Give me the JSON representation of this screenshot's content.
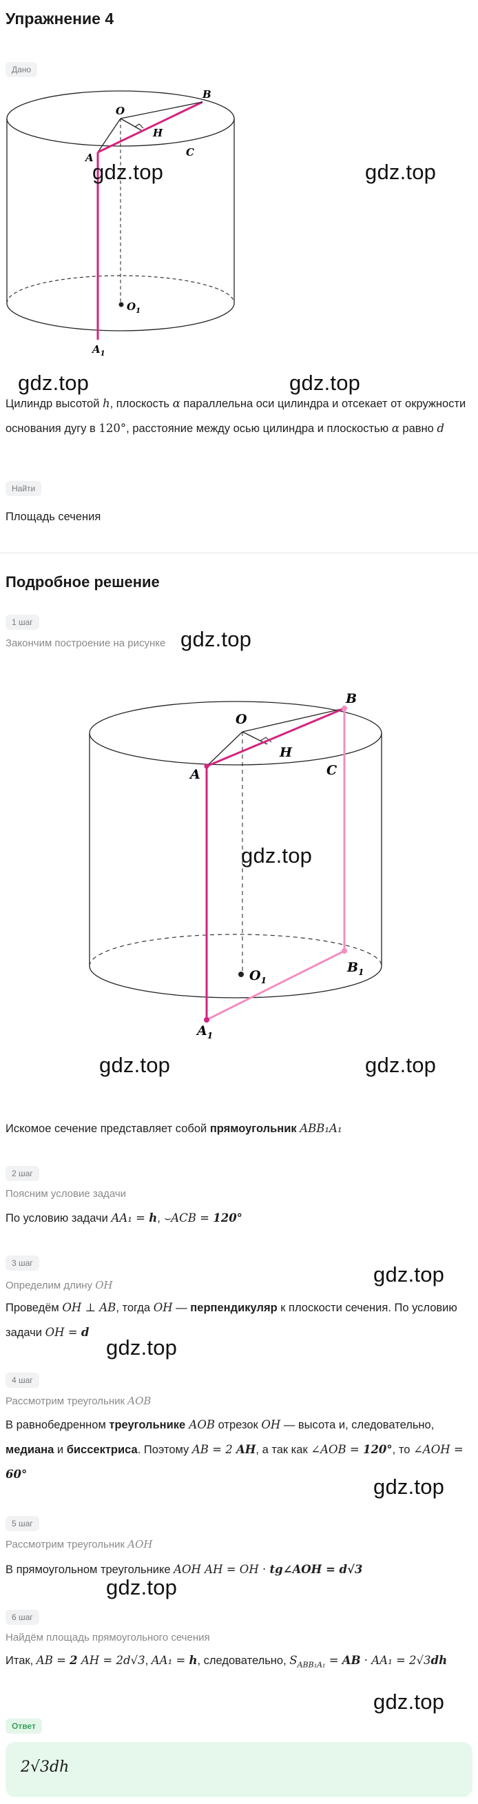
{
  "title": "Упражнение 4",
  "given": {
    "chip": "Дано",
    "condition_part1": "Цилиндр высотой ",
    "h": "h",
    "condition_part2": ", плоскость ",
    "alpha": "α",
    "condition_part3": " параллельна оси цилиндра и отсекает от окружности основания дугу в ",
    "angle": "120°",
    "condition_part4": ", расстояние между осью цилиндра и плоскостью ",
    "condition_part5": " равно ",
    "d": "d"
  },
  "find": {
    "chip": "Найти",
    "text": "Площадь сечения"
  },
  "solution_title": "Подробное решение",
  "fig1_labels": {
    "O": "O",
    "B": "B",
    "H": "H",
    "A": "A",
    "C": "C",
    "O1": "O",
    "O1_sub": "1",
    "A1": "A",
    "A1_sub": "1"
  },
  "fig2_labels": {
    "O": "O",
    "B": "B",
    "H": "H",
    "A": "A",
    "C": "C",
    "O1": "O",
    "O1_sub": "1",
    "B1": "B",
    "B1_sub": "1",
    "A1": "A",
    "A1_sub": "1"
  },
  "watermark": "gdz.top",
  "steps": {
    "s1": {
      "chip": "1 шаг",
      "title": "Закончим построение на рисунке",
      "text_a": "Искомое сечение представляет собой ",
      "bold": "прямоугольник",
      "formula": "ABB₁A₁"
    },
    "s2": {
      "chip": "2 шаг",
      "title": "Поясним условие задачи",
      "text_a": "По условию задачи ",
      "f1": "AA₁ = ",
      "f1b": "h",
      "sep": ", ",
      "f2": "ACB = ",
      "f2b": "120°"
    },
    "s3": {
      "chip": "3 шаг",
      "title_a": "Определим длину ",
      "title_m": "OH",
      "text_a": "Проведём ",
      "f1": "OH ⊥ AB",
      "text_b": ", тогда ",
      "f2": "OH",
      "text_c": " — ",
      "bold": "перпендикуляр",
      "text_d": " к плоскости сечения. По условию задачи ",
      "f3": "OH = ",
      "f3b": "d"
    },
    "s4": {
      "chip": "4 шаг",
      "title_a": "Рассмотрим треугольник ",
      "title_m": "AOB",
      "text_a": "В равнобедренном ",
      "bold1": "треугольнике",
      "f1": " AOB",
      "text_b": " отрезок ",
      "f2": "OH",
      "text_c": " — высота и, следовательно, ",
      "bold2": "медиана",
      "text_d": " и ",
      "bold3": "биссектриса",
      "text_e": ". Поэтому ",
      "f3": "AB = 2 ",
      "f3b": "AH",
      "text_f": ", а так как ",
      "f4": "∠AOB = ",
      "f4b": "120°",
      "text_g": ", то ",
      "f5": "∠AOH = ",
      "f5b": "60°"
    },
    "s5": {
      "chip": "5 шаг",
      "title_a": "Рассмотрим треугольник ",
      "title_m": "AOH",
      "text_a": "В прямоугольном треугольнике ",
      "f1": "AOH AH = OH · ",
      "f1b": "tg∠AOH = d√3"
    },
    "s6": {
      "chip": "6 шаг",
      "title": "Найдём площадь прямоугольного сечения",
      "text_a": "Итак, ",
      "f1": "AB = ",
      "f1b": "2",
      "f1c": " AH = 2d√3",
      "sep": ", ",
      "f2": "AA₁ = ",
      "f2b": "h",
      "text_b": ", следовательно, ",
      "f3": "S",
      "f3sub": "ABB₁A₁",
      "f3c": " = ",
      "f3d": "AB",
      "f3e": " · AA₁ = 2√3",
      "f3f": "dh"
    }
  },
  "answer": {
    "chip": "Ответ",
    "value": "2√3dh"
  }
}
